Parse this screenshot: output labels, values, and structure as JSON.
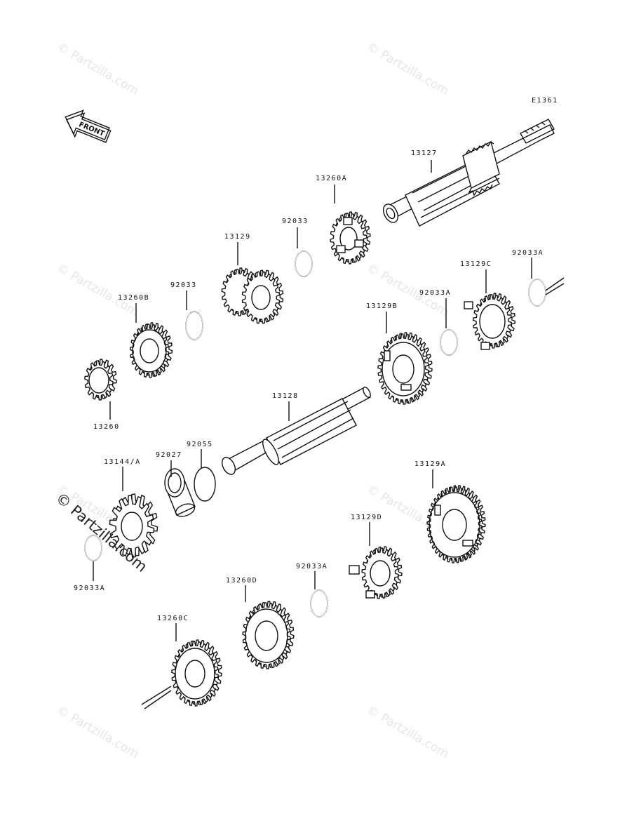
{
  "diagram_code": "E1361",
  "front_label": "FRONT",
  "watermark_text": "© Partzilla.com",
  "parts": {
    "p13127": "13127",
    "p13260A": "13260A",
    "p92033_1": "92033",
    "p13129": "13129",
    "p92033_2": "92033",
    "p13260B": "13260B",
    "p13260": "13260",
    "p13129C": "13129C",
    "p92033A_1": "92033A",
    "p92033A_2": "92033A",
    "p13129B": "13129B",
    "p13128": "13128",
    "p92055": "92055",
    "p92027": "92027",
    "p13144A": "13144/A",
    "p92033A_3": "92033A",
    "p13129A": "13129A",
    "p13129D": "13129D",
    "p92033A_4": "92033A",
    "p13260D": "13260D",
    "p13260C": "13260C"
  }
}
